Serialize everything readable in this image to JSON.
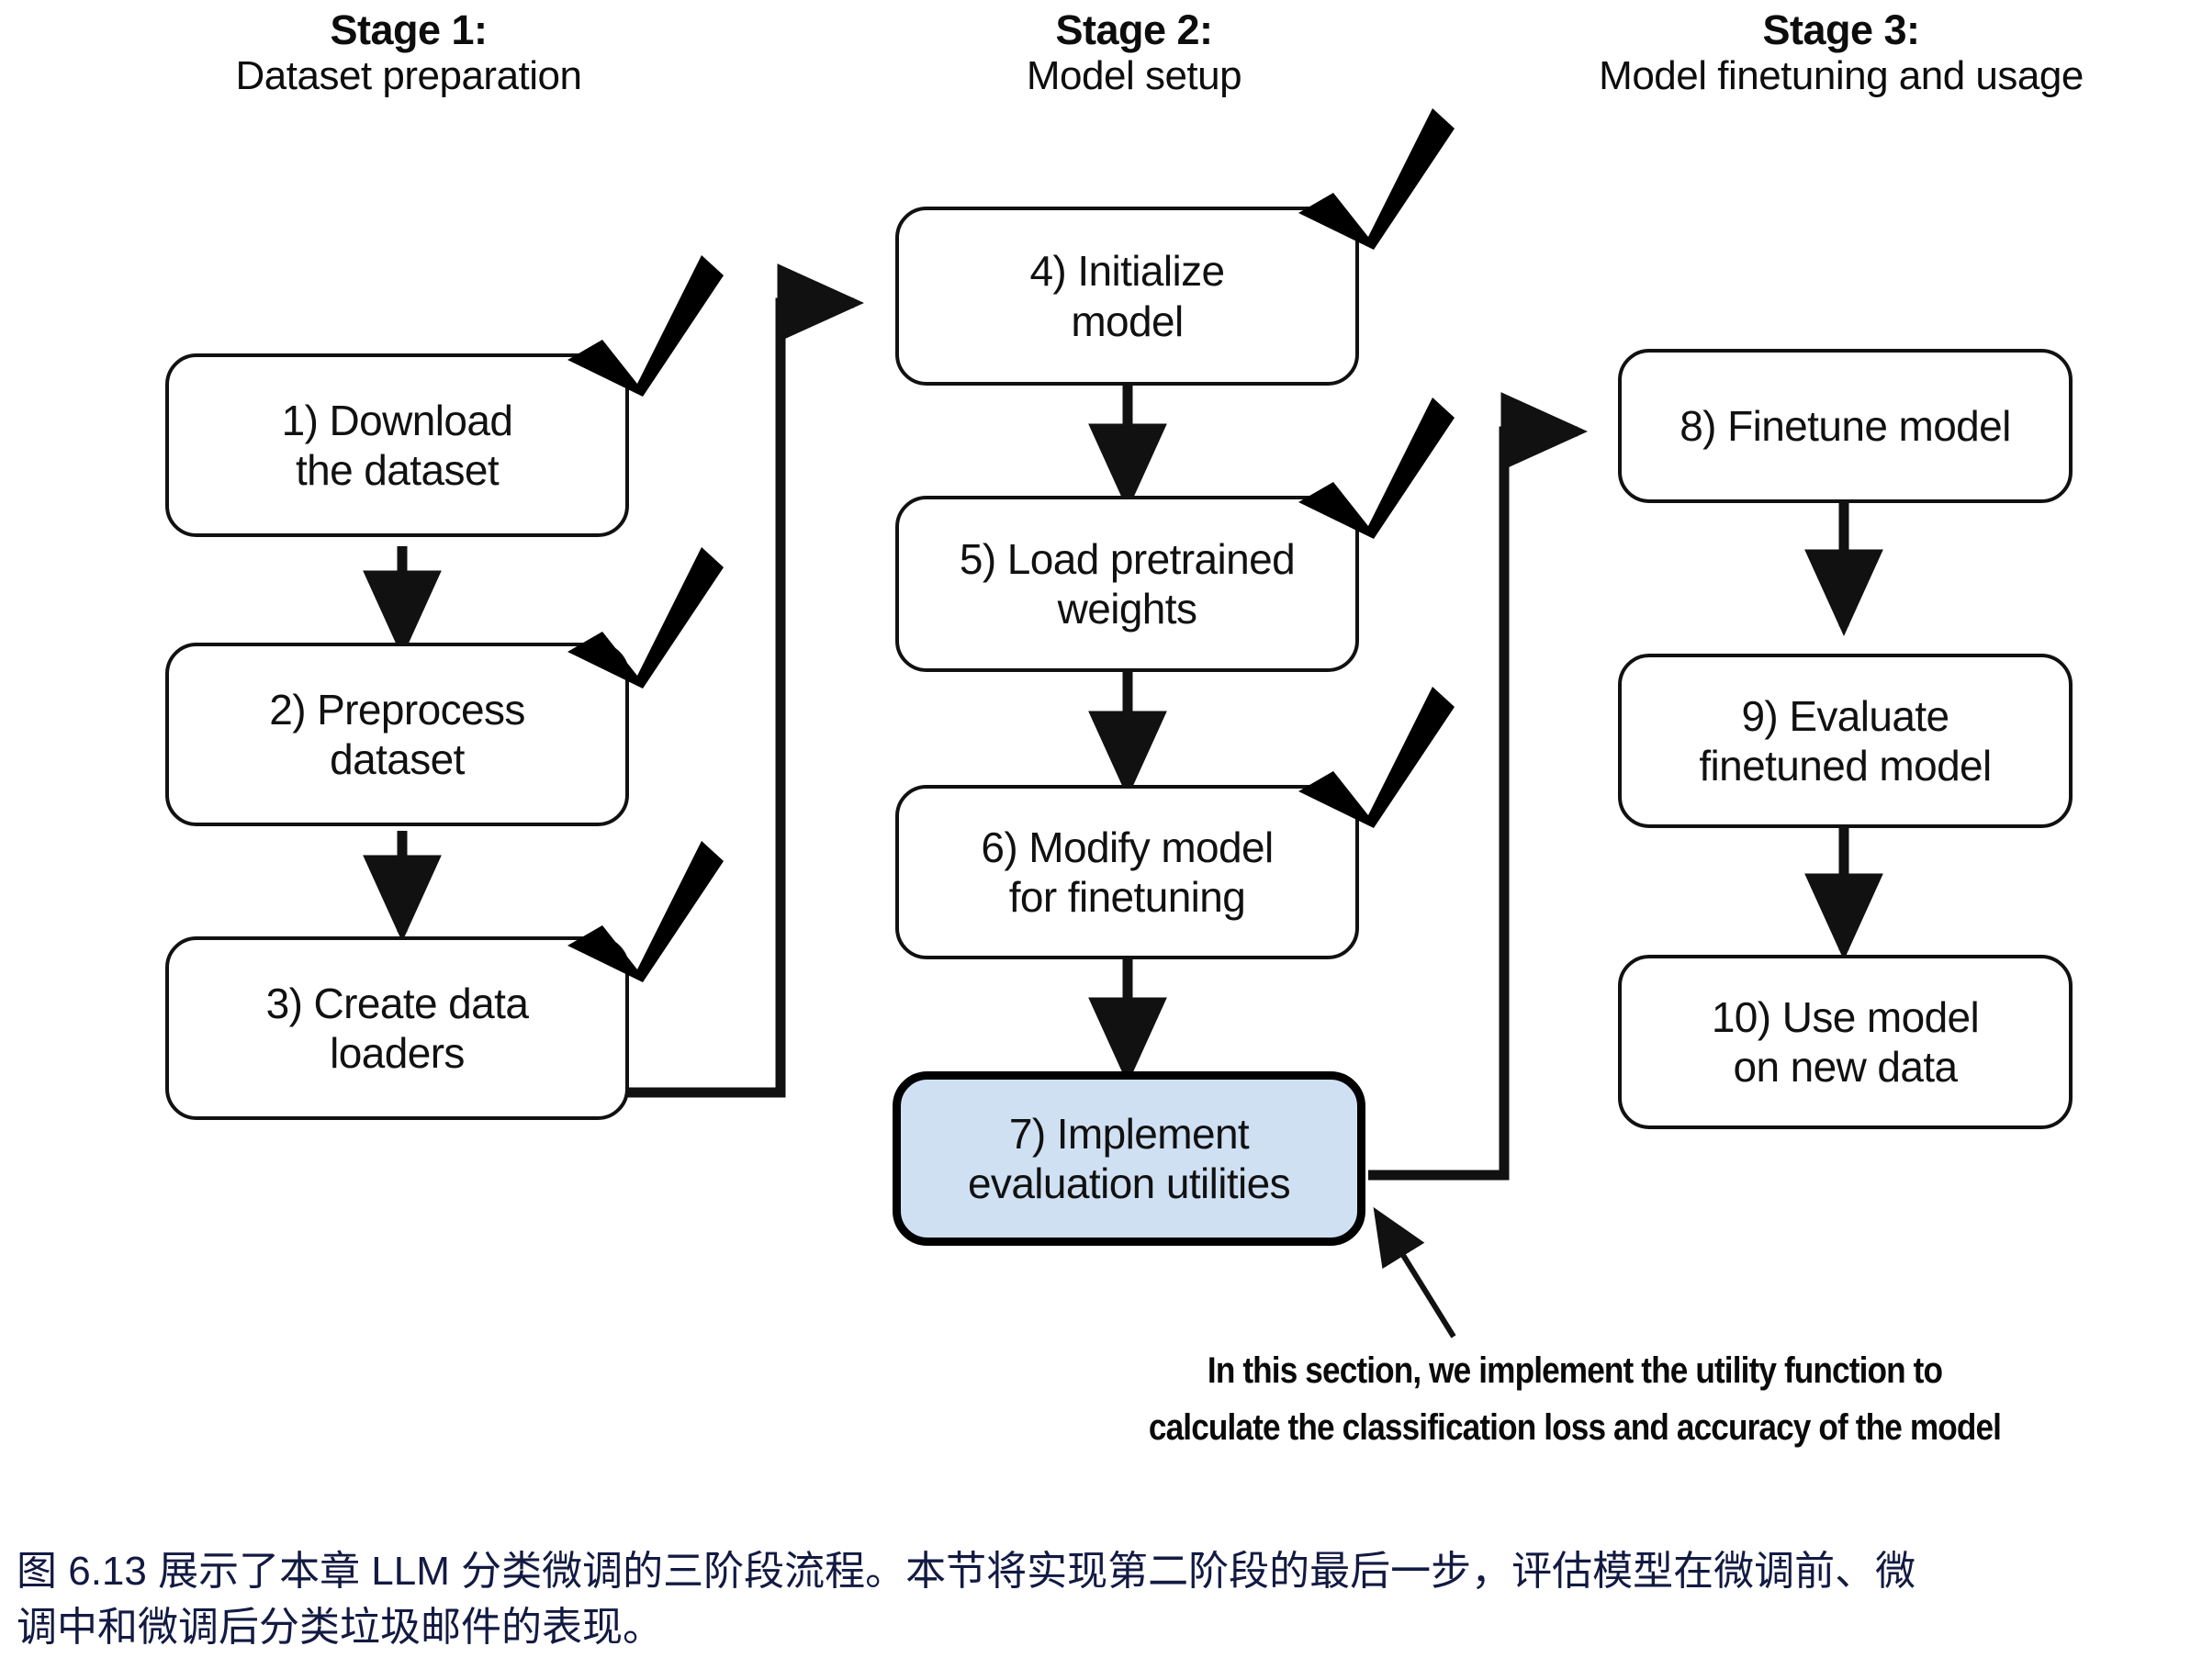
{
  "stages": [
    {
      "title": "Stage 1:",
      "subtitle": "Dataset preparation"
    },
    {
      "title": "Stage 2:",
      "subtitle": "Model setup"
    },
    {
      "title": "Stage 3:",
      "subtitle": "Model finetuning and usage"
    }
  ],
  "nodes": {
    "n1": {
      "line1": "1) Download",
      "line2": "the dataset",
      "done": true
    },
    "n2": {
      "line1": "2) Preprocess",
      "line2": "dataset",
      "done": true
    },
    "n3": {
      "line1": "3) Create data",
      "line2": "loaders",
      "done": true
    },
    "n4": {
      "line1": "4) Initialize",
      "line2": "model",
      "done": true
    },
    "n5": {
      "line1": "5) Load pretrained",
      "line2": "weights",
      "done": true
    },
    "n6": {
      "line1": "6) Modify model",
      "line2": "for finetuning",
      "done": true
    },
    "n7": {
      "line1": "7) Implement",
      "line2": "evaluation utilities",
      "done": false
    },
    "n8": {
      "line1": "8) Finetune model",
      "line2": "",
      "done": false
    },
    "n9": {
      "line1": "9) Evaluate",
      "line2": "finetuned model",
      "done": false
    },
    "n10": {
      "line1": "10) Use model",
      "line2": "on new data",
      "done": false
    }
  },
  "annotation": {
    "line1": "In this section, we implement the utility function to",
    "line2": "calculate the classification loss and accuracy of the model"
  },
  "caption": {
    "line1": "图 6.13 展示了本章 LLM 分类微调的三阶段流程。本节将实现第二阶段的最后一步，评估模型在微调前、微",
    "line2": "调中和微调后分类垃圾邮件的表现。"
  },
  "colors": {
    "highlight_fill": "#cfe0f3",
    "stroke": "#111111",
    "caption_text": "#131a42",
    "background": "#ffffff"
  },
  "icons": {
    "check": "checkmark-icon",
    "arrow": "arrow-icon"
  }
}
